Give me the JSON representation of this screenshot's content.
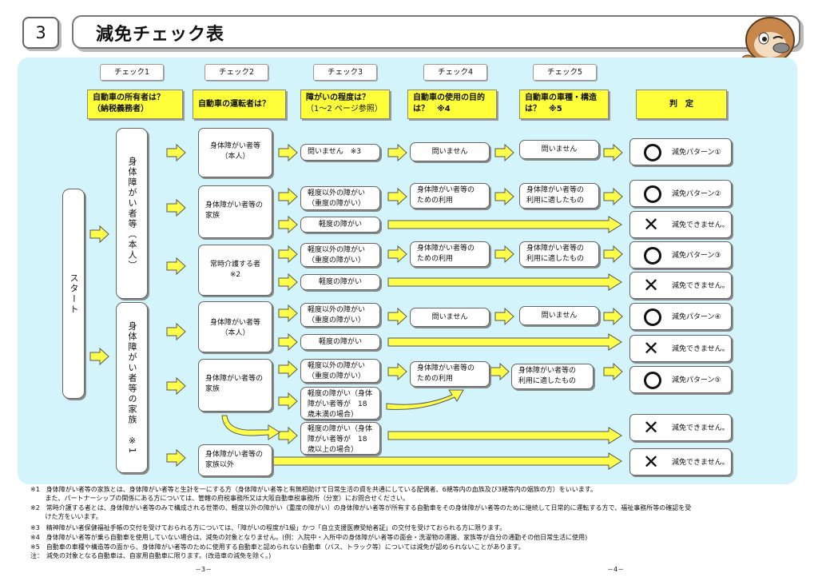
{
  "section_number": "3",
  "title": "減免チェック表",
  "checks": [
    "チェック1",
    "チェック2",
    "チェック3",
    "チェック4",
    "チェック5"
  ],
  "headers": {
    "h1_line1": "自動車の所有者は？",
    "h1_line2": "（納税義務者）",
    "h2": "自動車の運転者は？",
    "h3_line1": "障がいの程度は？",
    "h3_line2": "（1～2 ページ参照）",
    "h4_line1": "自動車の使用の目的",
    "h4_line2": "は？　※4",
    "h5_line1": "自動車の車種・構造",
    "h5_line2": "は？　※5",
    "h6": "判　定"
  },
  "start": "スタート",
  "owners": {
    "self": "身体障がい者等（本人）",
    "family": "身体障がい者等の家族　※1"
  },
  "drivers": {
    "d1_line1": "身体障がい者等",
    "d1_line2": "（本人）",
    "d2_line1": "身体障がい者等の",
    "d2_line2": "家族",
    "d3_line1": "常時介護する者",
    "d3_line2": "※2",
    "d4_line1": "身体障がい者等",
    "d4_line2": "（本人）",
    "d5_line1": "身体障がい者等の",
    "d5_line2": "家族",
    "d6_line1": "身体障がい者等の",
    "d6_line2": "家族以外"
  },
  "degrees": {
    "no_problem3": "問いません　※3",
    "non_light_l1": "軽度以外の障がい",
    "non_light_l2": "（重度の障がい）",
    "light": "軽度の障がい",
    "light_u18_l1": "軽度の障がい（身体",
    "light_u18_l2": "障がい者等が　18",
    "light_u18_l3": "歳未満の場合）",
    "light_o18_l1": "軽度の障がい（身体",
    "light_o18_l2": "障がい者等が　18",
    "light_o18_l3": "歳以上の場合）"
  },
  "purposes": {
    "no_problem": "問いません",
    "for_use_l1": "身体障がい者等の",
    "for_use_l2": "ための利用"
  },
  "vehicles": {
    "no_problem": "問いません",
    "suited_l1": "身体障がい者等の",
    "suited_l2": "利用に適したもの"
  },
  "results": {
    "p1": "減免パターン①",
    "p2": "減免パターン②",
    "p3": "減免パターン③",
    "p4": "減免パターン④",
    "p5": "減免パターン⑤",
    "none": "減免できません。"
  },
  "notes": [
    "※1　身体障がい者等の家族とは、身体障がい者等と生計を一にする方（身体障がい者等と有無相助けて日常生活の資を共通にしている配偶者、6親等内の血族及び3親等内の姻族の方）をいいます。",
    "　　 また、パートナーシップの関係にある方については、管轄の府税事務所又は大阪自動車税事務所（分室）にお問合せください。",
    "※2　常時介護する者とは、身体障がい者等のみで構成される世帯の、軽度以外の障がい（重度の障がい）の身体障がい者等が所有する自動車をその身体障がい者等のために継続して日常的に運転する方で、福祉事務所等の確認を受",
    "　　 けた方をいいます。",
    "※3　精神障がい者保健福祉手帳の交付を受けておられる方については、「障がいの程度が1級」かつ「自立支援医療受給者証」の交付を受けておられる方に限ります。",
    "※4　身体障がい者等が乗ら自動車を使用していない場合は、減免の対象となりません。(例：入院中・入所中の身体障がい者等の面会・洗濯物の運搬、家族等が自分の通勤その他日常生活に使用)",
    "※5　自動車の車種や構造等の面から、身体障がい者等のために使用する自動車と認められない自動車（バス、トラック等）については減免が認められないことがあります。",
    "注：　減免の対象となる自動車は、自家用自動車に限ります。(改造車の減免を除く。)"
  ],
  "page_numbers": [
    "－3－",
    "－4－"
  ],
  "colors": {
    "panel": "#d2f4fa",
    "header_yellow": "#ffff3a",
    "arrow_yellow": "#ffff4a"
  }
}
